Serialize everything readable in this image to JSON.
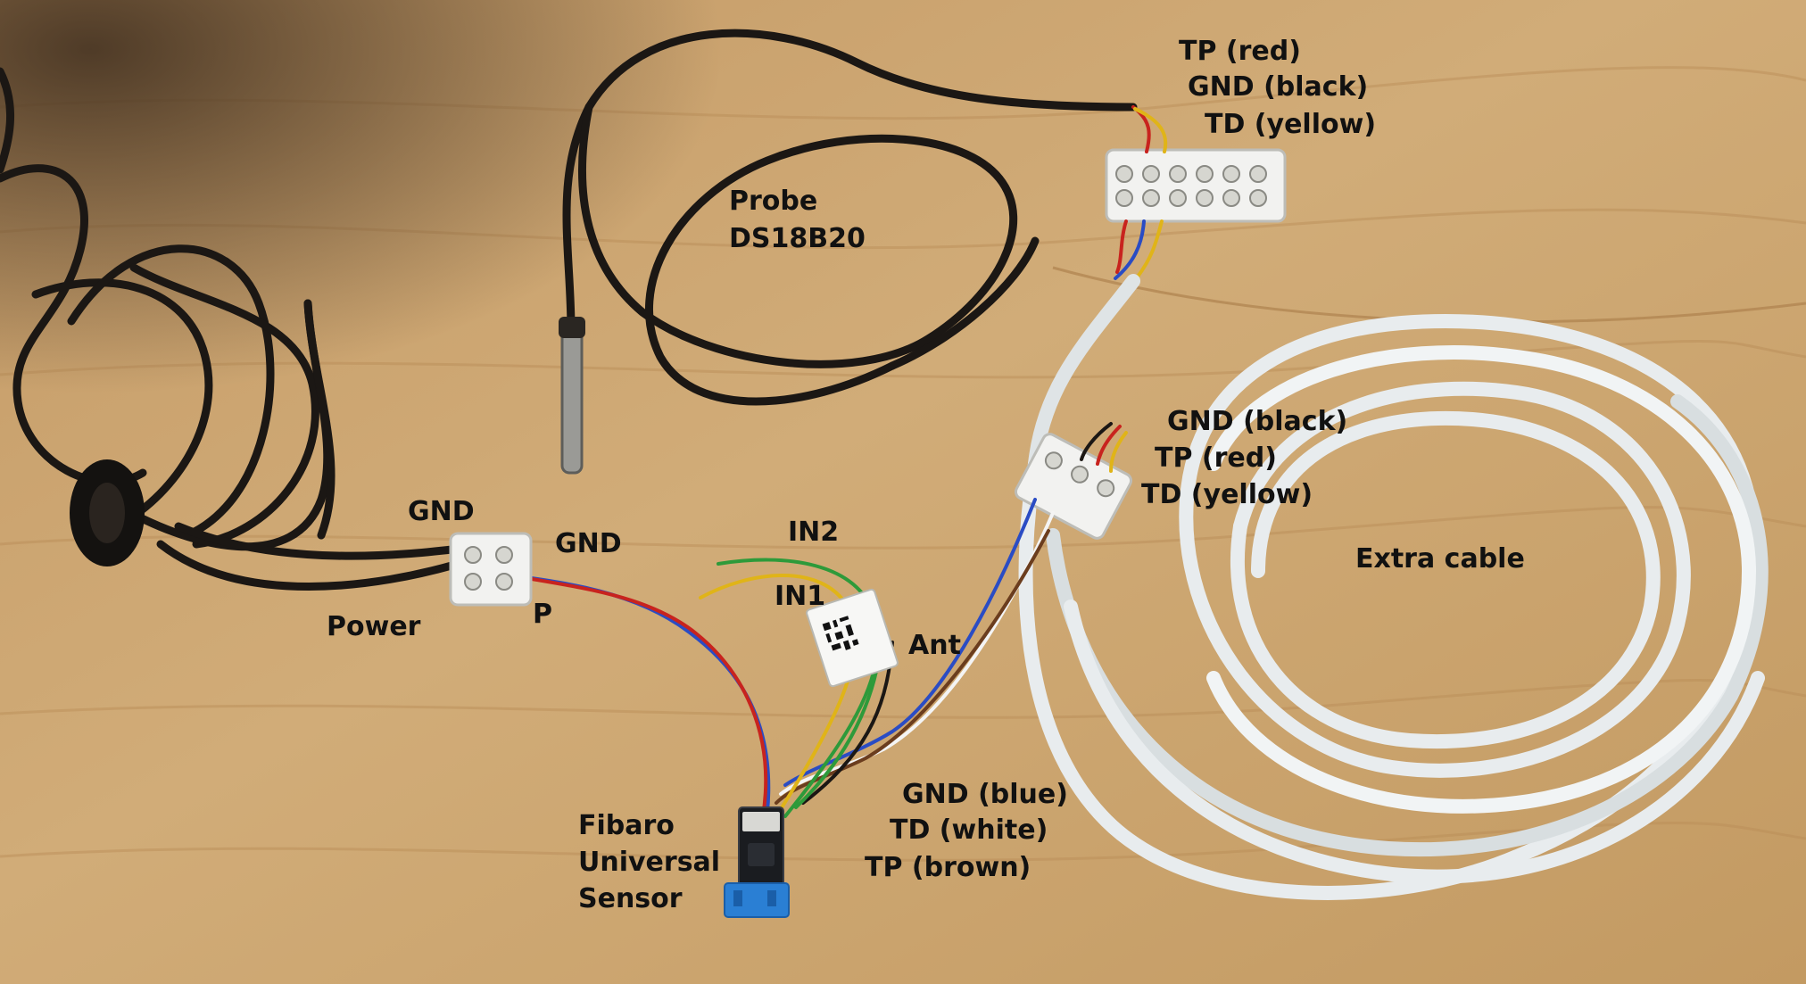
{
  "labels": {
    "probe_tp": "TP (red)",
    "probe_gnd": "GND (black)",
    "probe_td": "TD (yellow)",
    "probe_name_1": "Probe",
    "probe_name_2": "DS18B20",
    "extra_gnd": "GND (black)",
    "extra_tp": "TP (red)",
    "extra_td": "TD (yellow)",
    "extra_cable": "Extra cable",
    "power_gnd_1": "GND",
    "power_gnd_2": "GND",
    "power": "Power",
    "power_p": "P",
    "in2": "IN2",
    "in1": "IN1",
    "ant": "Ant",
    "sensor_gnd": "GND (blue)",
    "sensor_td": "TD (white)",
    "sensor_tp": "TP (brown)",
    "fibaro_1": "Fibaro",
    "fibaro_2": "Universal",
    "fibaro_3": "Sensor"
  },
  "colors": {
    "table_wood": "#c9a36f",
    "probe_cable": "#1b1714",
    "extra_cable": "#e8ecee",
    "terminal_block": "#f2f2f0",
    "wire_red": "#c8231e",
    "wire_yellow": "#e0b418",
    "wire_blue": "#2a4cc4",
    "wire_green": "#2e9a3a",
    "wire_white": "#f4f4f4",
    "wire_brown": "#6b3d1e",
    "sensor_connector": "#2a7fd4"
  }
}
